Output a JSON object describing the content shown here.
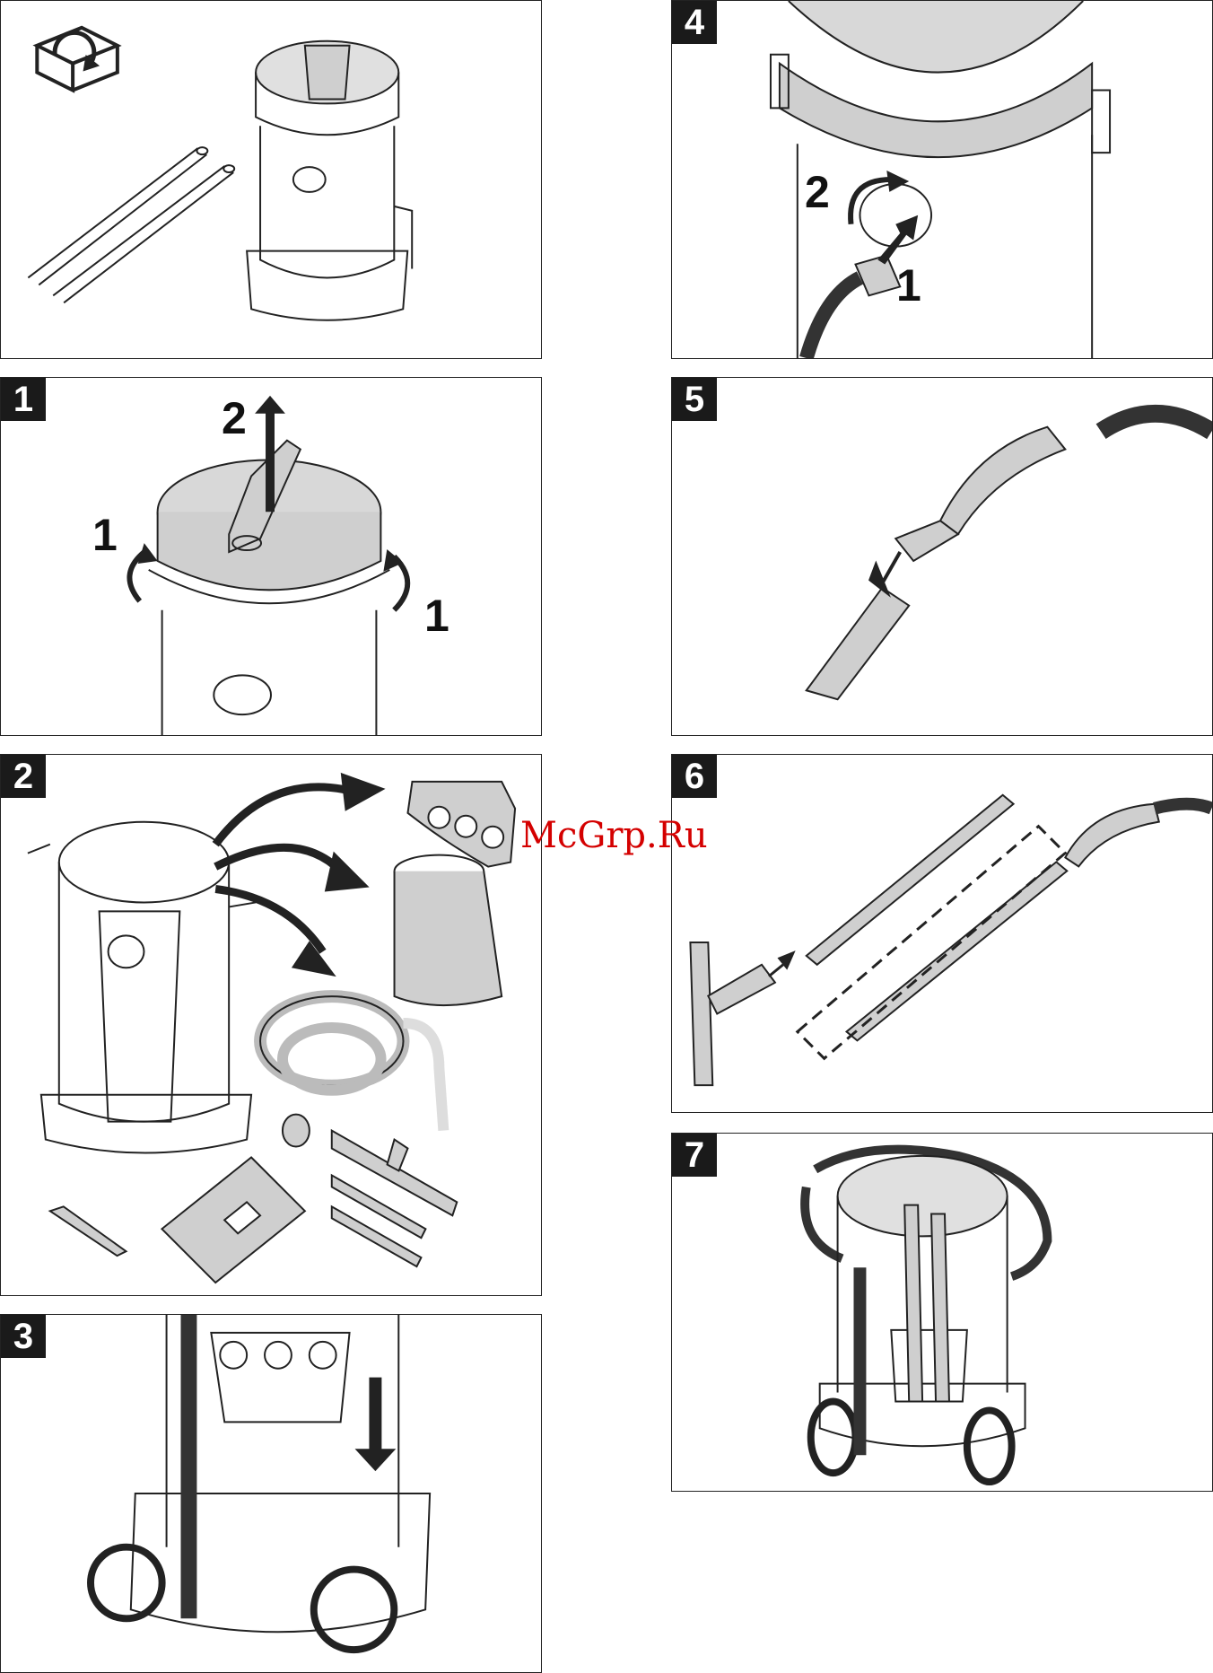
{
  "panels": [
    {
      "id": "unpack",
      "step": "",
      "callouts": []
    },
    {
      "id": "p1",
      "step": "1",
      "callouts": [
        "2",
        "1",
        "1"
      ]
    },
    {
      "id": "p2",
      "step": "2",
      "callouts": []
    },
    {
      "id": "p3",
      "step": "3",
      "callouts": []
    },
    {
      "id": "p4",
      "step": "4",
      "callouts": [
        "2",
        "1"
      ]
    },
    {
      "id": "p5",
      "step": "5",
      "callouts": []
    },
    {
      "id": "p6",
      "step": "6",
      "callouts": []
    },
    {
      "id": "p7",
      "step": "7",
      "callouts": []
    }
  ],
  "watermark": "McGrp.Ru",
  "colors": {
    "line": "#222222",
    "fill_gray": "#cfcfcf",
    "watermark": "#d40000"
  },
  "icons": [
    "unpack-box-icon"
  ]
}
